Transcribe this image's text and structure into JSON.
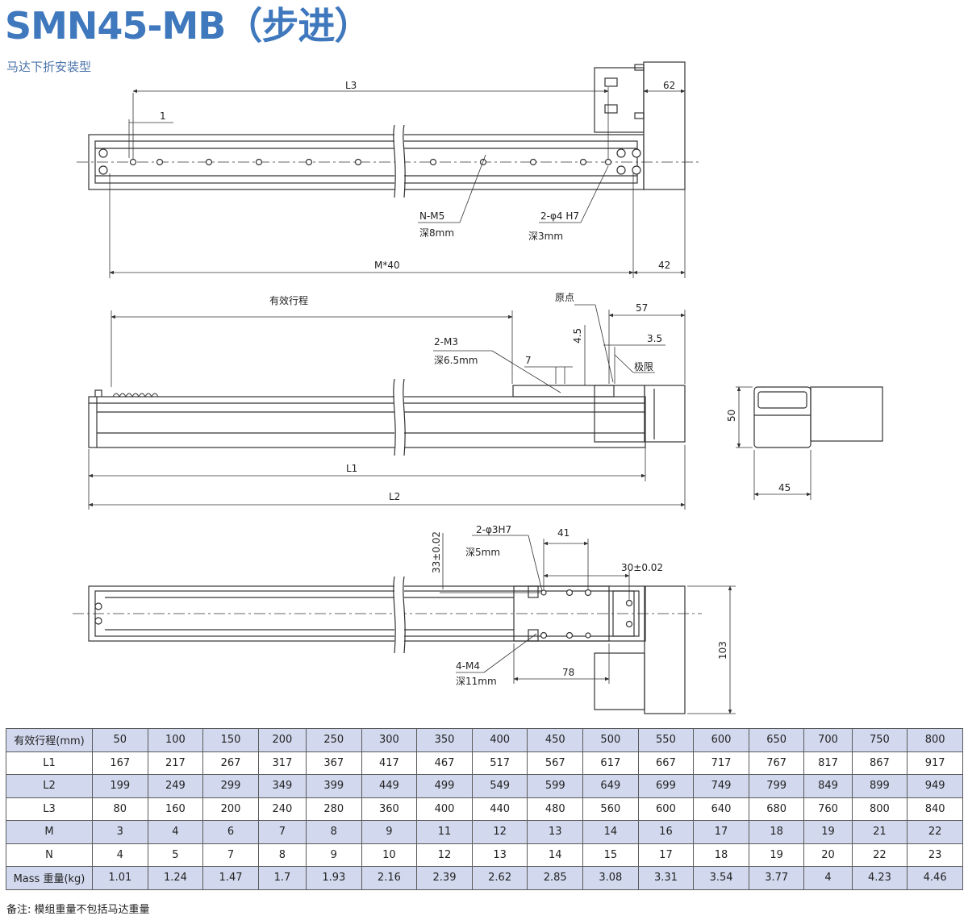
{
  "header": {
    "title": "SMN45-MB（步进）",
    "subtitle": "马达下折安装型"
  },
  "top_view": {
    "dim_l3": "L3",
    "dim_62": "62",
    "dim_1": "1",
    "callout_nm5": "N-M5",
    "callout_nm5_depth": "深8mm",
    "callout_phi4": "2-φ4 H7",
    "callout_phi4_depth": "深3mm",
    "dim_m40": "M*40",
    "dim_42": "42"
  },
  "side_view": {
    "dim_stroke": "有效行程",
    "origin": "原点",
    "dim_57": "57",
    "dim_45": "4.5",
    "dim_35": "3.5",
    "limit": "极限",
    "callout_m3": "2-M3",
    "callout_m3_depth": "深6.5mm",
    "dim_7": "7",
    "dim_l1": "L1",
    "dim_l2": "L2"
  },
  "end_view": {
    "dim_50": "50",
    "dim_45": "45"
  },
  "bottom_view": {
    "callout_phi3": "2-φ3H7",
    "callout_phi3_depth": "深5mm",
    "dim_41": "41",
    "dim_33": "33±0.02",
    "dim_30": "30±0.02",
    "callout_m4": "4-M4",
    "callout_m4_depth": "深11mm",
    "dim_78": "78",
    "dim_103": "103"
  },
  "spec_table": {
    "rows": [
      {
        "label": "有效行程(mm)",
        "values": [
          "50",
          "100",
          "150",
          "200",
          "250",
          "300",
          "350",
          "400",
          "450",
          "500",
          "550",
          "600",
          "650",
          "700",
          "750",
          "800"
        ]
      },
      {
        "label": "L1",
        "values": [
          "167",
          "217",
          "267",
          "317",
          "367",
          "417",
          "467",
          "517",
          "567",
          "617",
          "667",
          "717",
          "767",
          "817",
          "867",
          "917"
        ]
      },
      {
        "label": "L2",
        "values": [
          "199",
          "249",
          "299",
          "349",
          "399",
          "449",
          "499",
          "549",
          "599",
          "649",
          "699",
          "749",
          "799",
          "849",
          "899",
          "949"
        ]
      },
      {
        "label": "L3",
        "values": [
          "80",
          "160",
          "200",
          "240",
          "280",
          "360",
          "400",
          "440",
          "480",
          "560",
          "600",
          "640",
          "680",
          "760",
          "800",
          "840"
        ]
      },
      {
        "label": "M",
        "values": [
          "3",
          "4",
          "6",
          "7",
          "8",
          "9",
          "11",
          "12",
          "13",
          "14",
          "16",
          "17",
          "18",
          "19",
          "21",
          "22"
        ]
      },
      {
        "label": "N",
        "values": [
          "4",
          "5",
          "7",
          "8",
          "9",
          "10",
          "12",
          "13",
          "14",
          "15",
          "17",
          "18",
          "19",
          "20",
          "22",
          "23"
        ]
      },
      {
        "label": "Mass 重量(kg)",
        "values": [
          "1.01",
          "1.24",
          "1.47",
          "1.7",
          "1.93",
          "2.16",
          "2.39",
          "2.62",
          "2.85",
          "3.08",
          "3.31",
          "3.54",
          "3.77",
          "4",
          "4.23",
          "4.46"
        ]
      }
    ]
  },
  "footer": {
    "note": "备注:   模组重量不包括马达重量"
  },
  "colors": {
    "title_blue": "#3f78bd",
    "row_shade": "#d2d9ee",
    "line": "#333333"
  }
}
